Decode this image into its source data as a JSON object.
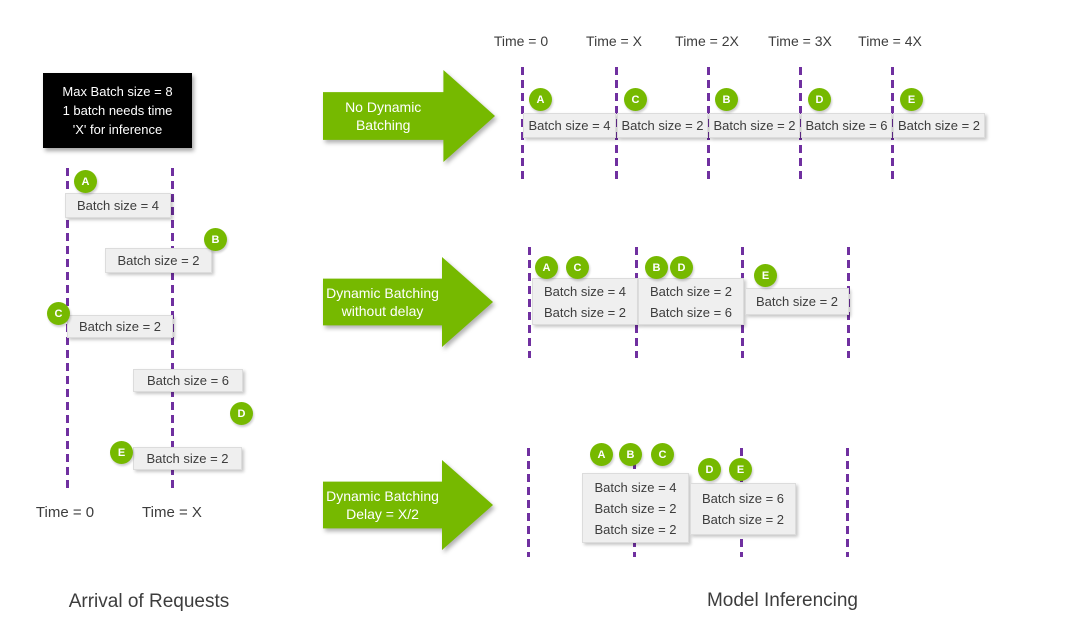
{
  "colors": {
    "green": "#76b900",
    "purple": "#7030a0",
    "box_bg": "#efefef",
    "note_bg": "#000000",
    "text": "#3d3d3d"
  },
  "note": {
    "line1": "Max Batch size = 8",
    "line2": "1 batch needs time",
    "line3": "'X' for inference"
  },
  "left": {
    "title": "Arrival of Requests",
    "time_labels": {
      "t0": "Time = 0",
      "tx": "Time = X"
    },
    "requests": [
      {
        "id": "A",
        "label": "Batch size = 4"
      },
      {
        "id": "B",
        "label": "Batch size = 2"
      },
      {
        "id": "C",
        "label": "Batch size = 2"
      },
      {
        "id": "D",
        "label": "Batch size = 6"
      },
      {
        "id": "E",
        "label": "Batch size = 2"
      }
    ]
  },
  "right": {
    "title": "Model Inferencing",
    "time_labels": [
      "Time = 0",
      "Time = X",
      "Time = 2X",
      "Time = 3X",
      "Time = 4X"
    ],
    "rows": [
      {
        "arrow": {
          "line1": "No Dynamic",
          "line2": "Batching"
        },
        "batches": [
          {
            "ids": [
              "A"
            ],
            "lines": [
              "Batch size = 4"
            ]
          },
          {
            "ids": [
              "C"
            ],
            "lines": [
              "Batch size = 2"
            ]
          },
          {
            "ids": [
              "B"
            ],
            "lines": [
              "Batch size = 2"
            ]
          },
          {
            "ids": [
              "D"
            ],
            "lines": [
              "Batch size = 6"
            ]
          },
          {
            "ids": [
              "E"
            ],
            "lines": [
              "Batch size = 2"
            ]
          }
        ]
      },
      {
        "arrow": {
          "line1": "Dynamic Batching",
          "line2": "without delay"
        },
        "batches": [
          {
            "ids": [
              "A",
              "C"
            ],
            "lines": [
              "Batch size = 4",
              "Batch size = 2"
            ]
          },
          {
            "ids": [
              "B",
              "D"
            ],
            "lines": [
              "Batch size = 2",
              "Batch size = 6"
            ]
          },
          {
            "ids": [
              "E"
            ],
            "lines": [
              "Batch size = 2"
            ]
          }
        ]
      },
      {
        "arrow": {
          "line1": "Dynamic Batching",
          "line2": "Delay = X/2"
        },
        "batches": [
          {
            "ids": [
              "A",
              "B",
              "C"
            ],
            "lines": [
              "Batch size = 4",
              "Batch size = 2",
              "Batch size = 2"
            ]
          },
          {
            "ids": [
              "D",
              "E"
            ],
            "lines": [
              "Batch size = 6",
              "Batch size = 2"
            ]
          }
        ]
      }
    ]
  }
}
